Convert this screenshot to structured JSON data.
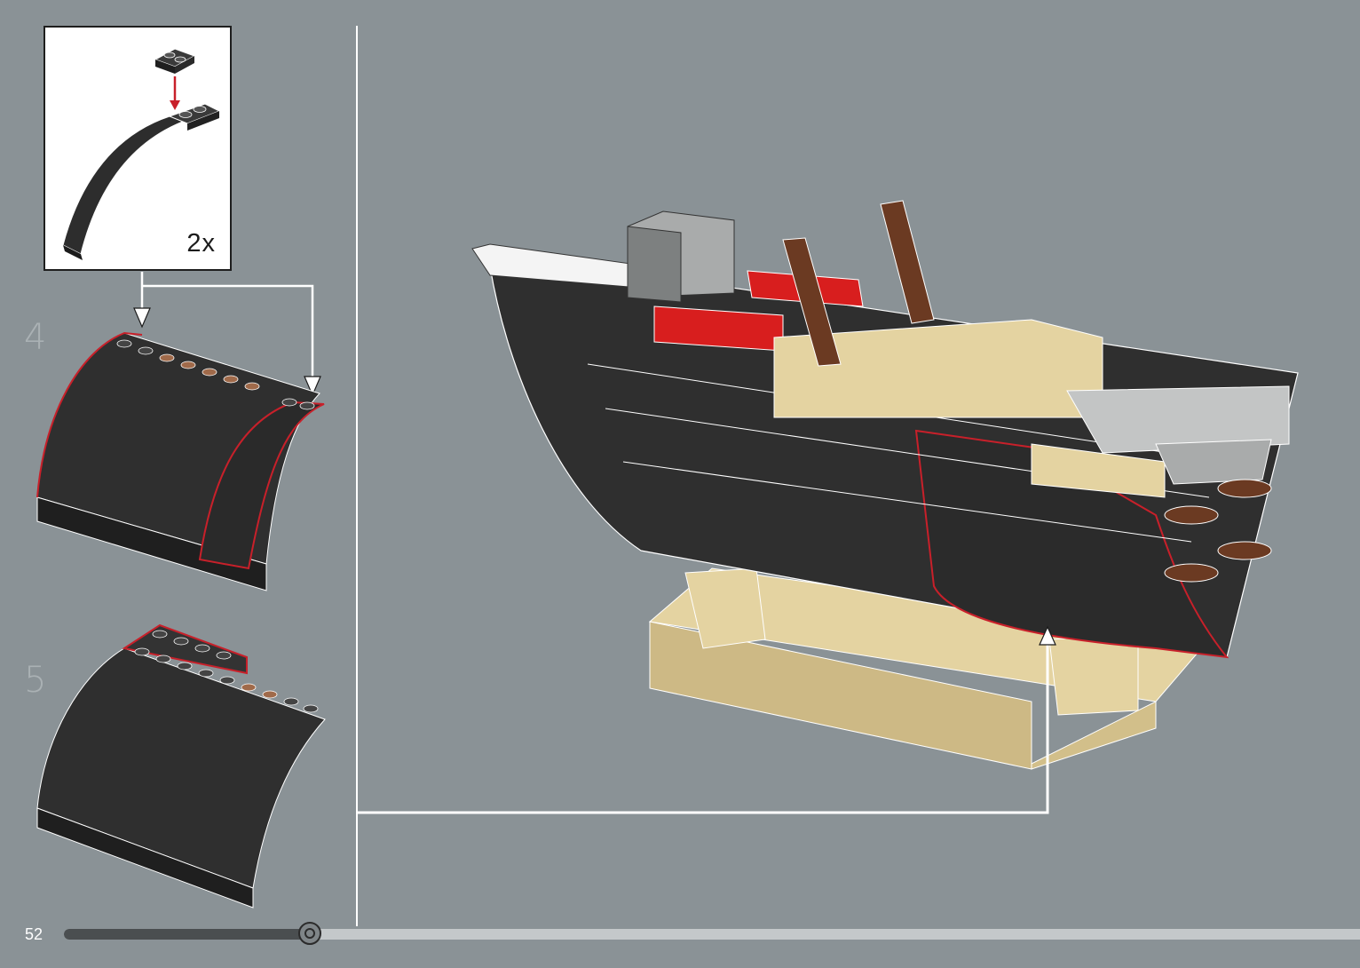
{
  "page": {
    "number": "52",
    "progress_fraction": 0.19
  },
  "callout": {
    "quantity": "2x"
  },
  "steps": [
    {
      "number": "4"
    },
    {
      "number": "5"
    }
  ],
  "colors": {
    "background": "#8a9296",
    "brick_dark": "#2f2f2f",
    "brick_tan": "#e4d3a1",
    "brick_red": "#d81e1e",
    "brick_brown": "#6b3a22",
    "brick_gray": "#a9abab",
    "highlight": "#c8202a"
  },
  "icons": {
    "arrow": "down-arrow-icon",
    "knob": "progress-knob-icon"
  }
}
